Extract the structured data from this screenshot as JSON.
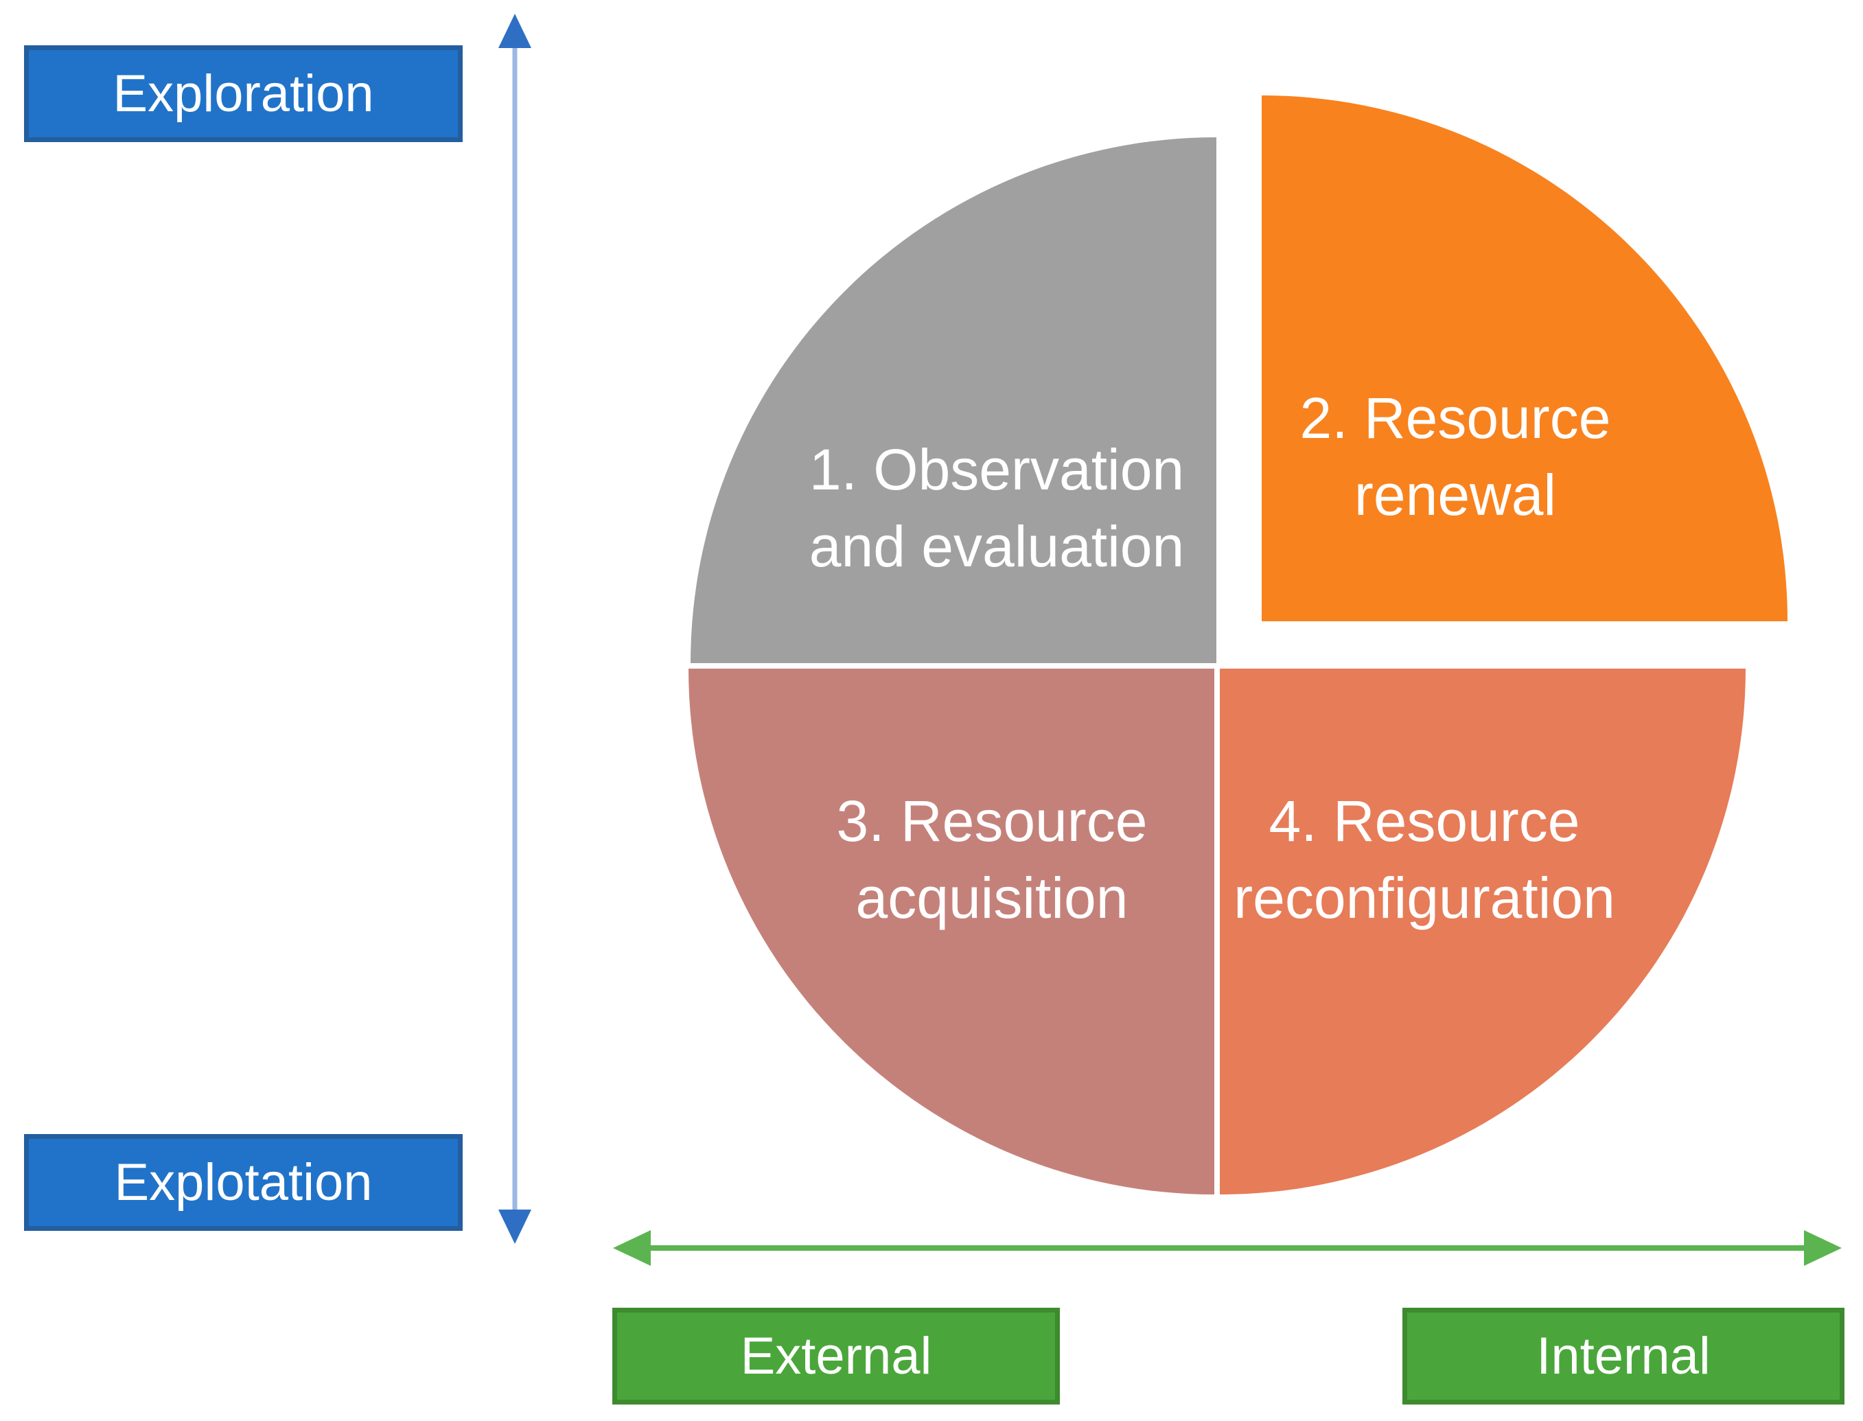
{
  "figure": {
    "description": "Four-quadrant cycle diagram with exploration/explotation vertical axis and external/internal horizontal axis"
  },
  "pie": {
    "quadrants": [
      {
        "position": "top-left",
        "line1": "1. Observation",
        "line2": "and evaluation",
        "color": "#A0A0A0"
      },
      {
        "position": "top-right",
        "line1": "2. Resource",
        "line2": "renewal",
        "color": "#F8821E"
      },
      {
        "position": "bottom-left",
        "line1": "3. Resource",
        "line2": "acquisition",
        "color": "#C4817A"
      },
      {
        "position": "bottom-right",
        "line1": "4. Resource",
        "line2": "reconfiguration",
        "color": "#E77C58"
      }
    ],
    "text_color": "#FFFFFF"
  },
  "axes": {
    "vertical": {
      "top_label": "Exploration",
      "bottom_label": "Explotation",
      "box_color": "#2173C9",
      "box_border_color": "#245E9F",
      "arrow_line_color": "#9DB7E4",
      "arrowhead_color": "#2E6FC4"
    },
    "horizontal": {
      "left_label": "External",
      "right_label": "Internal",
      "box_color": "#4AA63B",
      "box_border_color": "#3E8A2F",
      "arrow_color": "#5BB450"
    }
  }
}
